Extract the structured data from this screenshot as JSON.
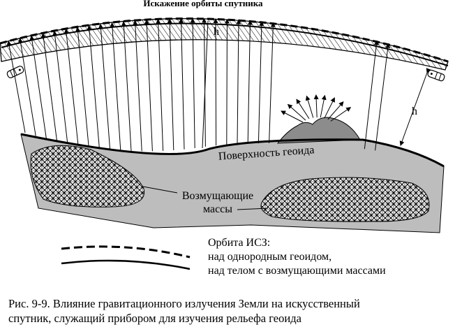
{
  "figure": {
    "title": "Искажение орбиты спутника",
    "height_label": "h",
    "geoid_surface_label": "Поверхность геоида",
    "masses_label_line1": "Возмущающие",
    "masses_label_line2": "массы",
    "legend": {
      "heading": "Орбита ИСЗ:",
      "dashed_entry": "над однородным геоидом,",
      "solid_entry": "над телом с возмущающими массами"
    },
    "caption_line1": "Рис. 9-9. Влияние гравитационного излучения Земли на искусственный",
    "caption_line2": "спутник, служащий прибором для изучения рельефа геоида"
  }
}
